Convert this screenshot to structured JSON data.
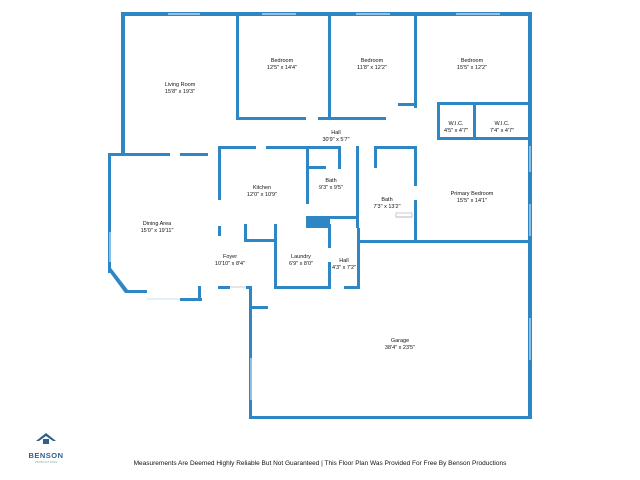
{
  "rooms": {
    "living": {
      "name": "Living Room",
      "dim": "15'8\" x 19'3\""
    },
    "bed1": {
      "name": "Bedroom",
      "dim": "12'5\" x 14'4\""
    },
    "bed2": {
      "name": "Bedroom",
      "dim": "11'8\" x 12'2\""
    },
    "bed3": {
      "name": "Bedroom",
      "dim": "15'5\" x 12'2\""
    },
    "wic1": {
      "name": "W.I.C.",
      "dim": "4'5\" x 4'7\""
    },
    "wic2": {
      "name": "W.I.C.",
      "dim": "7'4\" x 4'7\""
    },
    "hall1": {
      "name": "Hall",
      "dim": "30'9\" x 5'7\""
    },
    "kitchen": {
      "name": "Kitchen",
      "dim": "12'0\" x 10'9\""
    },
    "bath1": {
      "name": "Bath",
      "dim": "9'3\" x 9'5\""
    },
    "bath2": {
      "name": "Bath",
      "dim": "7'3\" x 13'2\""
    },
    "primary": {
      "name": "Primary Bedroom",
      "dim": "15'5\" x 14'1\""
    },
    "dining": {
      "name": "Dining Area",
      "dim": "15'0\" x 19'11\""
    },
    "foyer": {
      "name": "Foyer",
      "dim": "10'10\" x 8'4\""
    },
    "laundry": {
      "name": "Laundry",
      "dim": "6'9\" x 8'0\""
    },
    "hall2": {
      "name": "Hall",
      "dim": "4'3\" x 7'2\""
    },
    "garage": {
      "name": "Garage",
      "dim": "38'4\" x 23'5\""
    }
  },
  "footer": {
    "text": "Measurements Are Deemed Highly Reliable But Not Guaranteed | This Floor Plan Was Provided For Free By Benson Productions"
  },
  "logo": {
    "name": "BENSON",
    "sub": "PRODUCTIONS"
  },
  "colors": {
    "wall": "#2f86c5",
    "logo": "#2f5f8c"
  }
}
